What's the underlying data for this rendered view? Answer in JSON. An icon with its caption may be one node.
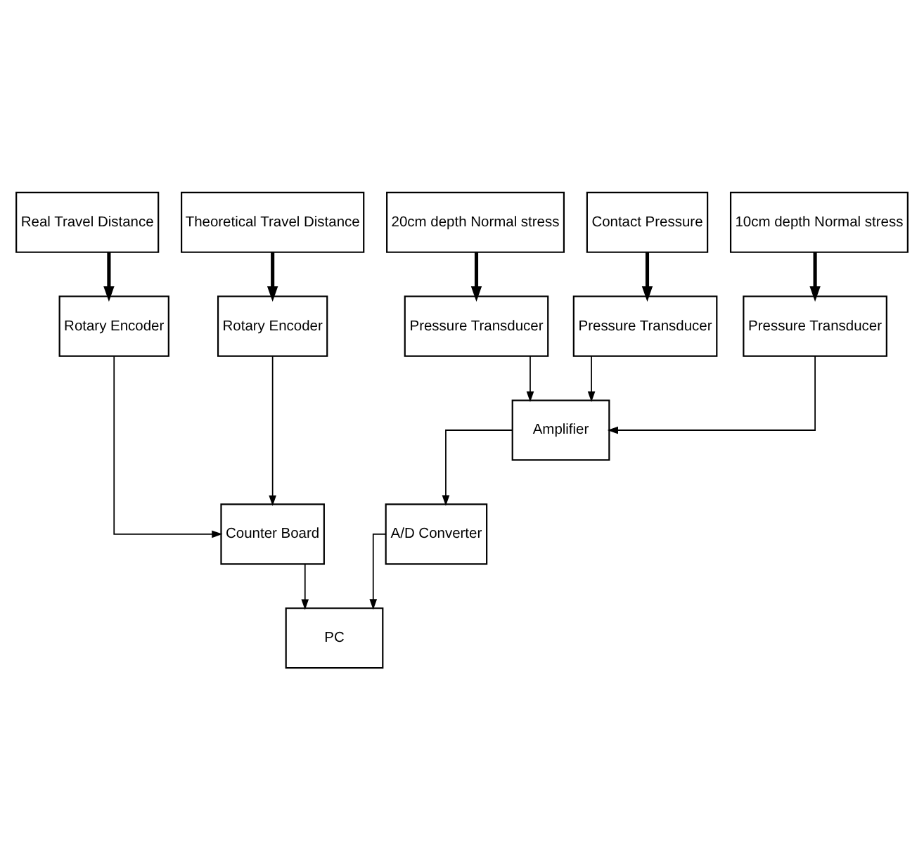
{
  "diagram": {
    "nodes": [
      {
        "text": [
          "Contact Pressure"
        ]
      },
      {
        "text": [
          "10cm depth Normal stress"
        ]
      },
      {
        "text": [
          "20cm depth Normal stress"
        ]
      },
      {
        "text": [
          "Theoretical Travel Distance"
        ]
      },
      {
        "text": [
          "Real Travel Distance"
        ]
      },
      {
        "text": [
          "Pressure Transducer"
        ]
      },
      {
        "text": [
          "Pressure Transducer"
        ]
      },
      {
        "text": [
          "Pressure Transducer"
        ]
      },
      {
        "text": [
          "Rotary Encoder"
        ]
      },
      {
        "text": [
          "Rotary Encoder"
        ]
      },
      {
        "text": [
          "Amplifier"
        ]
      },
      {
        "text": [
          "A/D Converter"
        ]
      },
      {
        "text": [
          "Counter Board"
        ]
      },
      {
        "text": [
          "PC"
        ]
      }
    ],
    "edges": [
      {
        "from": 0,
        "to": 5,
        "arrow": "to",
        "style": "thick"
      },
      {
        "from": 1,
        "to": 6,
        "arrow": "to",
        "style": "thick"
      },
      {
        "from": 2,
        "to": 7,
        "arrow": "to",
        "style": "thick"
      },
      {
        "from": 3,
        "to": 8,
        "arrow": "to",
        "style": "thick"
      },
      {
        "from": 4,
        "to": 9,
        "arrow": "to",
        "style": "thick"
      },
      {
        "from": 5,
        "to": 10,
        "arrow": "to"
      },
      {
        "from": 6,
        "to": 10,
        "arrow": "to"
      },
      {
        "from": 7,
        "to": 10,
        "arrow": "to"
      },
      {
        "from": 10,
        "to": 11,
        "arrow": "to"
      },
      {
        "from": 8,
        "to": 12,
        "arrow": "to"
      },
      {
        "from": 9,
        "to": 12,
        "arrow": "to"
      },
      {
        "from": 11,
        "to": 13,
        "arrow": "to"
      },
      {
        "from": 12,
        "to": 13,
        "arrow": "to"
      }
    ]
  }
}
